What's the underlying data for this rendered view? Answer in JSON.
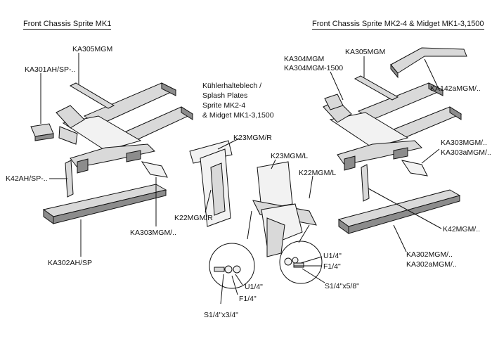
{
  "headers": {
    "left": "Front Chassis Sprite MK1",
    "right": "Front Chassis Sprite MK2-4 & Midget MK1-3,1500"
  },
  "splash": {
    "line1": "Kühlerhalteblech /",
    "line2": "Splash Plates",
    "line3": "Sprite MK2-4",
    "line4": "& Midget MK1-3,1500"
  },
  "labels": {
    "ka305mgm_left": "KA305MGM",
    "ka301ah": "KA301AH/SP-..",
    "k42ah": "K42AH/SP-..",
    "ka303mgm_left": "KA303MGM/..",
    "ka302ah": "KA302AH/SP",
    "k23mgm_r": "K23MGM/R",
    "k22mgm_r": "K22MGM/R",
    "k23mgm_l": "K23MGM/L",
    "k22mgm_l": "K22MGM/L",
    "u14_left": "U1/4\"",
    "f14_left": "F1/4\"",
    "s14x34": "S1/4\"x3/4\"",
    "u14_right": "U1/4\"",
    "f14_right": "F1/4\"",
    "s14x58": "S1/4\"x5/8\"",
    "ka304mgm": "KA304MGM",
    "ka304mgm1500": "KA304MGM-1500",
    "ka305mgm_right": "KA305MGM",
    "ka142amgm": "KA142aMGM/..",
    "ka303mgm_right": "KA303MGM/..",
    "ka303amgm": "KA303aMGM/..",
    "k42mgm": "K42MGM/..",
    "ka302mgm": "KA302MGM/..",
    "ka302amgm": "KA302aMGM/.."
  },
  "colors": {
    "ink": "#111111",
    "metal": "#d9d9d9",
    "shade": "#8c8c8c"
  }
}
